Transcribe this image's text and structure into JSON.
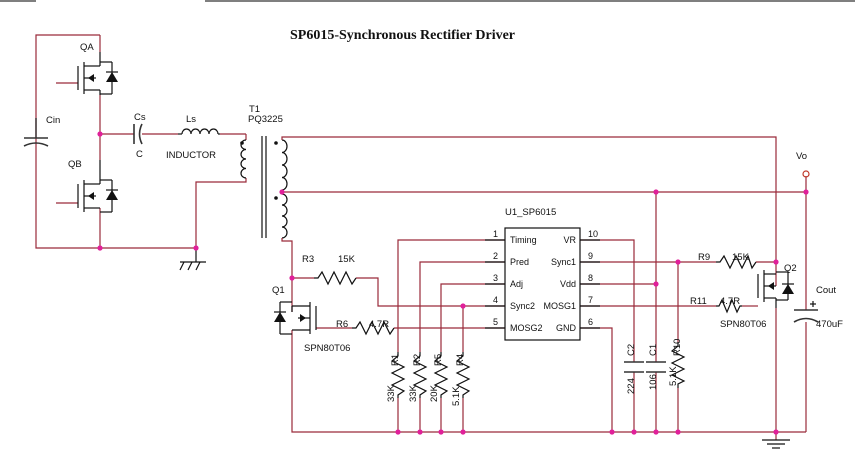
{
  "title": "SP6015-Synchronous Rectifier Driver",
  "labels": {
    "qa": "QA",
    "qb": "QB",
    "cin": "Cin",
    "cs": "Cs",
    "c": "C",
    "ls": "Ls",
    "inductor": "INDUCTOR",
    "t1": "T1",
    "pq": "PQ3225",
    "vo": "Vo",
    "q1": "Q1",
    "q1_part": "SPN80T06",
    "q2": "Q2",
    "q2_part": "SPN80T06",
    "cout": "Cout",
    "cout_val": "470uF",
    "u1": "U1_SP6015"
  },
  "ic_pins_left": [
    {
      "num": "1",
      "name": "Timing"
    },
    {
      "num": "2",
      "name": "Pred"
    },
    {
      "num": "3",
      "name": "Adj"
    },
    {
      "num": "4",
      "name": "Sync2"
    },
    {
      "num": "5",
      "name": "MOSG2"
    }
  ],
  "ic_pins_right": [
    {
      "num": "10",
      "name": "VR"
    },
    {
      "num": "9",
      "name": "Sync1"
    },
    {
      "num": "8",
      "name": "Vdd"
    },
    {
      "num": "7",
      "name": "MOSG1"
    },
    {
      "num": "6",
      "name": "GND"
    }
  ],
  "resistors": [
    {
      "ref": "R3",
      "value": "15K"
    },
    {
      "ref": "R6",
      "value": "4.7R"
    },
    {
      "ref": "R9",
      "value": "15K"
    },
    {
      "ref": "R11",
      "value": "4.7R"
    },
    {
      "ref": "R1",
      "value": "33K"
    },
    {
      "ref": "R2",
      "value": "33K"
    },
    {
      "ref": "R5",
      "value": "20K"
    },
    {
      "ref": "R4",
      "value": "5.1K"
    },
    {
      "ref": "R10",
      "value": "5.1K"
    }
  ],
  "capacitors": [
    {
      "ref": "C2",
      "value": "224"
    },
    {
      "ref": "C1",
      "value": "106"
    }
  ],
  "colors": {
    "wire": "#9a2a3a",
    "junction": "#e0209a",
    "component": "#111111"
  }
}
